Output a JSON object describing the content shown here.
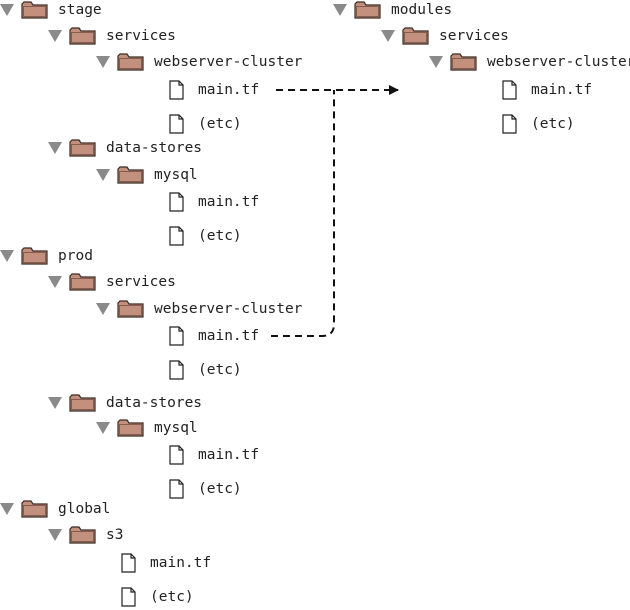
{
  "left_tree": [
    {
      "level": 0,
      "type": "folder",
      "label": "stage"
    },
    {
      "level": 1,
      "type": "folder",
      "label": "services"
    },
    {
      "level": 2,
      "type": "folder",
      "label": "webserver-cluster"
    },
    {
      "level": 3,
      "type": "file",
      "label": "main.tf"
    },
    {
      "level": 3,
      "type": "file",
      "label": "(etc)"
    },
    {
      "level": 1,
      "type": "folder",
      "label": "data-stores"
    },
    {
      "level": 2,
      "type": "folder",
      "label": "mysql"
    },
    {
      "level": 3,
      "type": "file",
      "label": "main.tf"
    },
    {
      "level": 3,
      "type": "file",
      "label": "(etc)"
    },
    {
      "level": 0,
      "type": "folder",
      "label": "prod"
    },
    {
      "level": 1,
      "type": "folder",
      "label": "services"
    },
    {
      "level": 2,
      "type": "folder",
      "label": "webserver-cluster"
    },
    {
      "level": 3,
      "type": "file",
      "label": "main.tf"
    },
    {
      "level": 3,
      "type": "file",
      "label": "(etc)"
    },
    {
      "level": 1,
      "type": "folder",
      "label": "data-stores"
    },
    {
      "level": 2,
      "type": "folder",
      "label": "mysql"
    },
    {
      "level": 3,
      "type": "file",
      "label": "main.tf"
    },
    {
      "level": 3,
      "type": "file",
      "label": "(etc)"
    },
    {
      "level": 0,
      "type": "folder",
      "label": "global"
    },
    {
      "level": 1,
      "type": "folder",
      "label": "s3"
    },
    {
      "level": 2,
      "type": "file",
      "label": "main.tf"
    },
    {
      "level": 2,
      "type": "file",
      "label": "(etc)"
    }
  ],
  "right_tree": [
    {
      "level": 0,
      "type": "folder",
      "label": "modules"
    },
    {
      "level": 1,
      "type": "folder",
      "label": "services"
    },
    {
      "level": 2,
      "type": "folder",
      "label": "webserver-cluster"
    },
    {
      "level": 3,
      "type": "file",
      "label": "main.tf"
    },
    {
      "level": 3,
      "type": "file",
      "label": "(etc)"
    }
  ],
  "colors": {
    "folder_fill": "#c4907e",
    "folder_stroke": "#3a2a22",
    "triangle": "#8a8a8a",
    "connector": "#111111"
  }
}
